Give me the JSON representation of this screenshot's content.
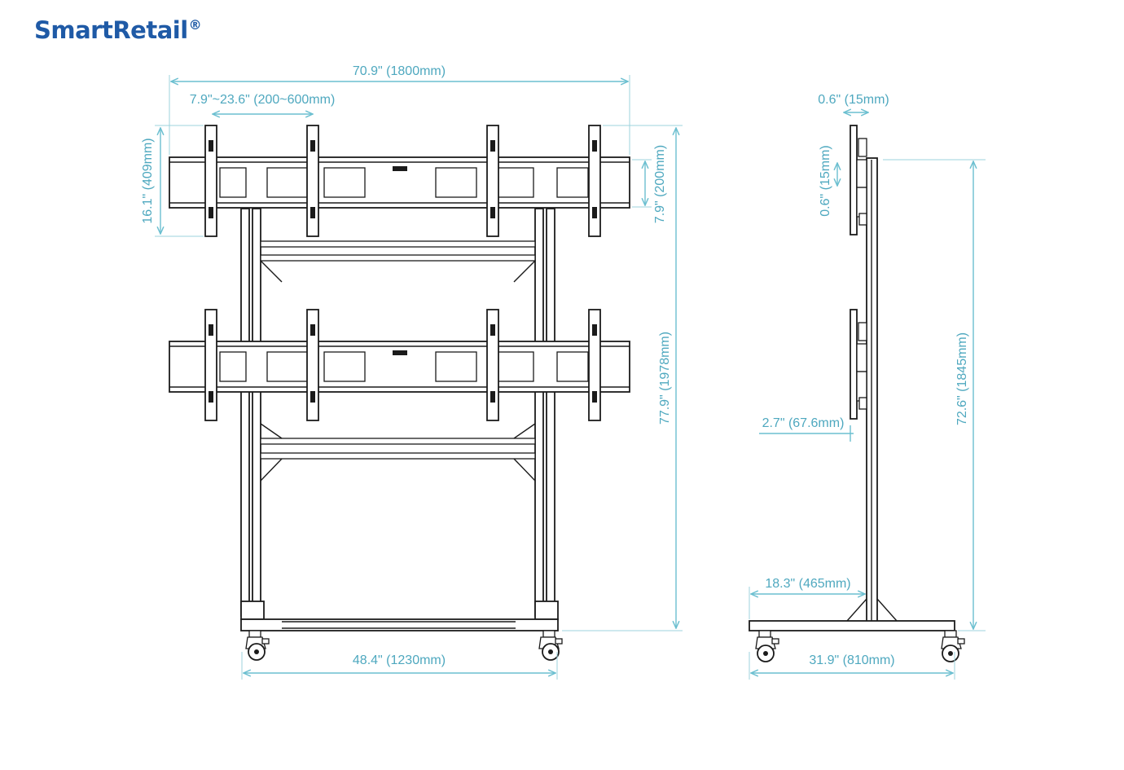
{
  "brand": {
    "name": "SmartRetail",
    "mark": "®"
  },
  "colors": {
    "brand": "#1f5aa6",
    "dimension": "#4ea8bf",
    "drawing": "#1b1b1b"
  },
  "front_view": {
    "overall_width": "70.9\" (1800mm)",
    "vesa_range": "7.9\"~23.6\" (200~600mm)",
    "bracket_height": "16.1\" (409mm)",
    "rail_height": "7.9\" (200mm)",
    "overall_height": "77.9\" (1978mm)",
    "base_width": "48.4\" (1230mm)"
  },
  "side_view": {
    "top_depth": "0.6\" (15mm)",
    "side_offset": "0.6\" (15mm)",
    "pole_height": "72.6\" (1845mm)",
    "screen_offset": "2.7\" (67.6mm)",
    "foot_offset": "18.3\" (465mm)",
    "base_depth": "31.9\" (810mm)"
  }
}
